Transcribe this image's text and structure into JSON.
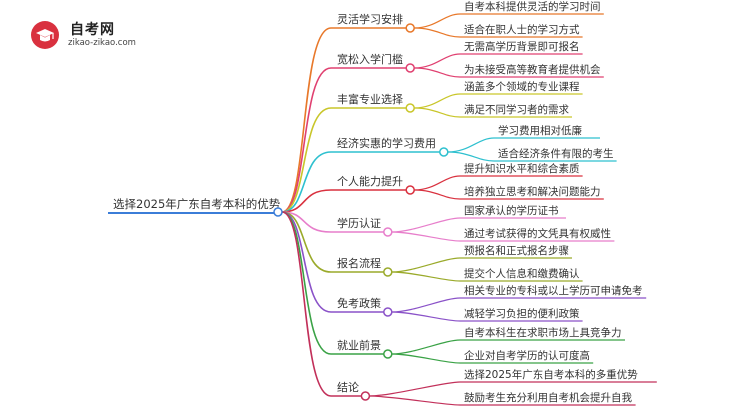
{
  "logo": {
    "title": "自考网",
    "url": "zikao-zikao.com",
    "icon": "graduation-cap-icon",
    "color": "#d9313f"
  },
  "root": "选择2025年广东自考本科的优势",
  "branches": [
    {
      "label": "灵活学习安排",
      "color": "#e8782a",
      "leaves": [
        "自考本科提供灵活的学习时间",
        "适合在职人士的学习方式"
      ]
    },
    {
      "label": "宽松入学门槛",
      "color": "#e04070",
      "leaves": [
        "无需高学历背景即可报名",
        "为未接受高等教育者提供机会"
      ]
    },
    {
      "label": "丰富专业选择",
      "color": "#c9c62a",
      "leaves": [
        "涵盖多个领域的专业课程",
        "满足不同学习者的需求"
      ]
    },
    {
      "label": "经济实惠的学习费用",
      "color": "#2ec0cf",
      "leaves": [
        "学习费用相对低廉",
        "适合经济条件有限的考生"
      ]
    },
    {
      "label": "个人能力提升",
      "color": "#d9313f",
      "leaves": [
        "提升知识水平和综合素质",
        "培养独立思考和解决问题能力"
      ]
    },
    {
      "label": "学历认证",
      "color": "#e77ecb",
      "leaves": [
        "国家承认的学历证书",
        "通过考试获得的文凭具有权威性"
      ]
    },
    {
      "label": "报名流程",
      "color": "#9aaa2a",
      "leaves": [
        "预报名和正式报名步骤",
        "提交个人信息和缴费确认"
      ]
    },
    {
      "label": "免考政策",
      "color": "#8a52c8",
      "leaves": [
        "相关专业的专科或以上学历可申请免考",
        "减轻学习负担的便利政策"
      ]
    },
    {
      "label": "就业前景",
      "color": "#3aa246",
      "leaves": [
        "自考本科生在求职市场上具竞争力",
        "企业对自考学历的认可度高"
      ]
    },
    {
      "label": "结论",
      "color": "#c2305a",
      "leaves": [
        "选择2025年广东自考本科的多重优势",
        "鼓励考生充分利用自考机会提升自我"
      ]
    }
  ],
  "colors": {
    "root_line": "#3b7dd8",
    "root_dot": "#3b7dd8"
  }
}
